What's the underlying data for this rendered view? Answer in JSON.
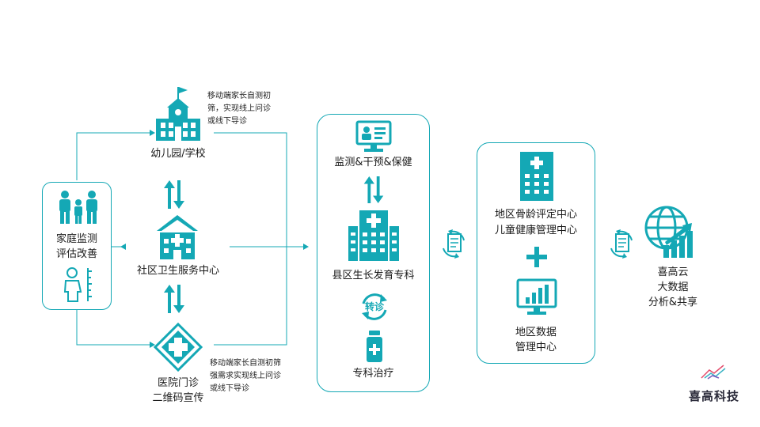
{
  "family_box": {
    "line1": "家庭监测",
    "line2": "评估改善"
  },
  "kindergarten": {
    "label": "幼儿园/学校",
    "note": [
      "移动端家长自测初",
      "筛，实现线上问诊",
      "或线下导诊"
    ]
  },
  "community": {
    "label": "社区卫生服务中心"
  },
  "hospital": {
    "line1": "医院门诊",
    "line2": "二维码宣传",
    "note": [
      "移动端家长自测初筛",
      "强需求实现线上问诊",
      "或线下导诊"
    ]
  },
  "county_box": {
    "monitor_label": "监测&干预&保健",
    "dept_label": "县区生长发育专科",
    "transfer_text": "转诊",
    "treatment_label": "专科治疗"
  },
  "regional_box": {
    "line1": "地区骨龄评定中心",
    "line2": "儿童健康管理中心",
    "data_line1": "地区数据",
    "data_line2": "管理中心"
  },
  "cloud": {
    "line1": "喜高云",
    "line2": "大数据",
    "line3": "分析&共享"
  },
  "logo": {
    "text": "喜高科技"
  },
  "colors": {
    "accent": "#14a8b5",
    "accent_dark": "#0d8f9c"
  }
}
